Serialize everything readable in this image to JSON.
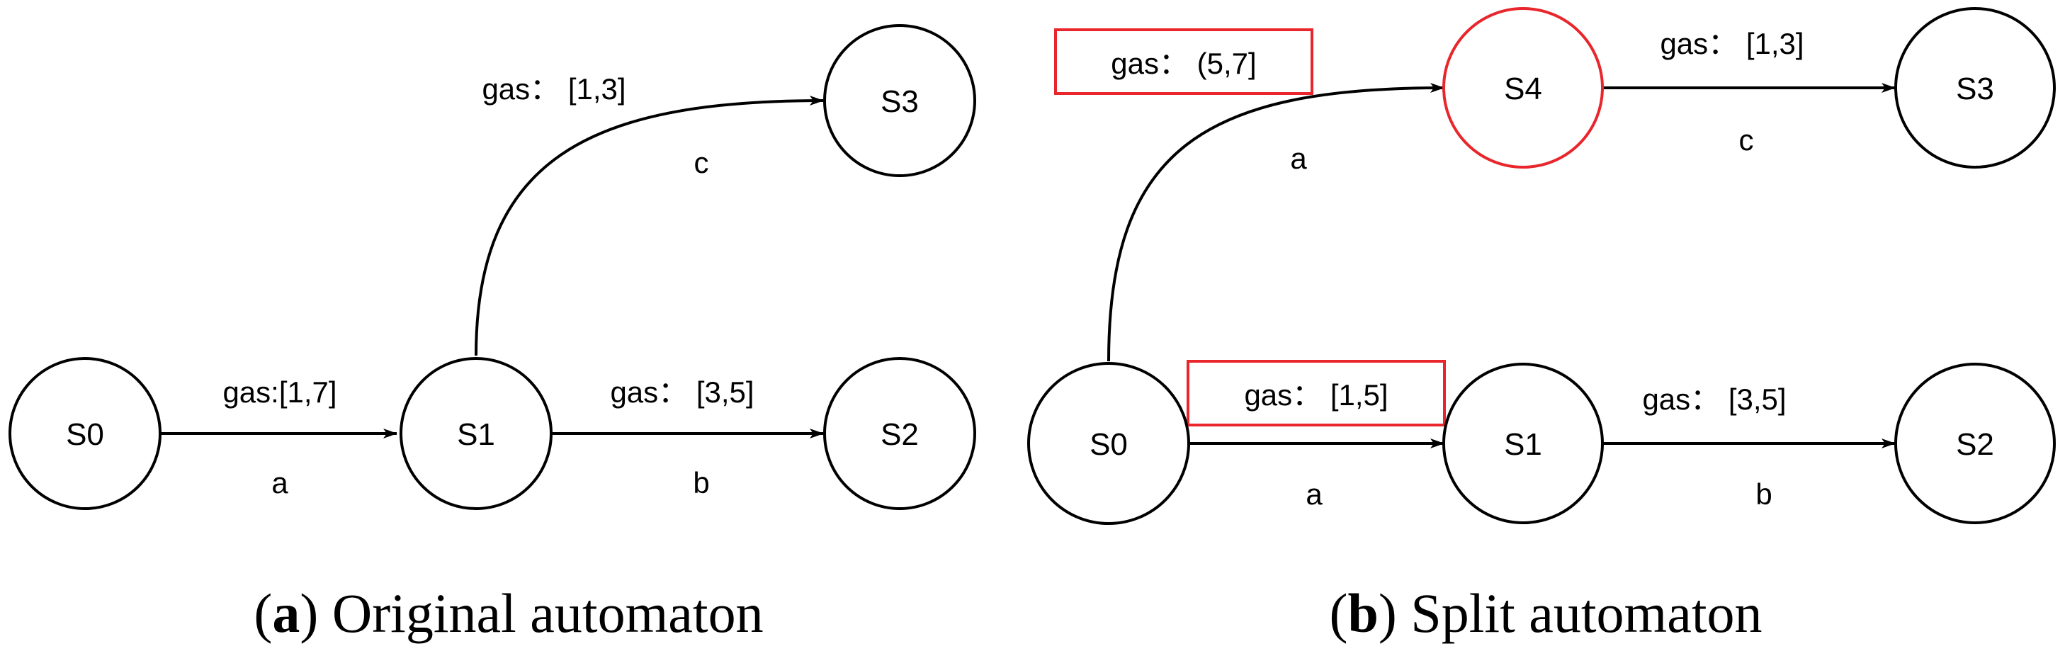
{
  "colors": {
    "stroke": "#000000",
    "highlight": "#e8262b",
    "background": "#ffffff"
  },
  "panels": [
    {
      "id": "a",
      "caption_letter": "a",
      "caption_text": "Original automaton",
      "nodes": [
        {
          "id": "S0",
          "label": "S0",
          "highlight": false
        },
        {
          "id": "S1",
          "label": "S1",
          "highlight": false
        },
        {
          "id": "S2",
          "label": "S2",
          "highlight": false
        },
        {
          "id": "S3",
          "label": "S3",
          "highlight": false
        }
      ],
      "edges": [
        {
          "from": "S0",
          "to": "S1",
          "guard": "gas:[1,7]",
          "action": "a",
          "guard_boxed": false
        },
        {
          "from": "S1",
          "to": "S2",
          "guard": "gas： [3,5]",
          "action": "b",
          "guard_boxed": false
        },
        {
          "from": "S1",
          "to": "S3",
          "guard": "gas： [1,3]",
          "action": "c",
          "guard_boxed": false
        }
      ]
    },
    {
      "id": "b",
      "caption_letter": "b",
      "caption_text": "Split automaton",
      "nodes": [
        {
          "id": "S0",
          "label": "S0",
          "highlight": false
        },
        {
          "id": "S1",
          "label": "S1",
          "highlight": false
        },
        {
          "id": "S2",
          "label": "S2",
          "highlight": false
        },
        {
          "id": "S3",
          "label": "S3",
          "highlight": false
        },
        {
          "id": "S4",
          "label": "S4",
          "highlight": true
        }
      ],
      "edges": [
        {
          "from": "S0",
          "to": "S4",
          "guard": "gas： (5,7]",
          "action": "a",
          "guard_boxed": true
        },
        {
          "from": "S4",
          "to": "S3",
          "guard": "gas： [1,3]",
          "action": "c",
          "guard_boxed": false
        },
        {
          "from": "S0",
          "to": "S1",
          "guard": "gas： [1,5]",
          "action": "a",
          "guard_boxed": true
        },
        {
          "from": "S1",
          "to": "S2",
          "guard": "gas： [3,5]",
          "action": "b",
          "guard_boxed": false
        }
      ]
    }
  ]
}
